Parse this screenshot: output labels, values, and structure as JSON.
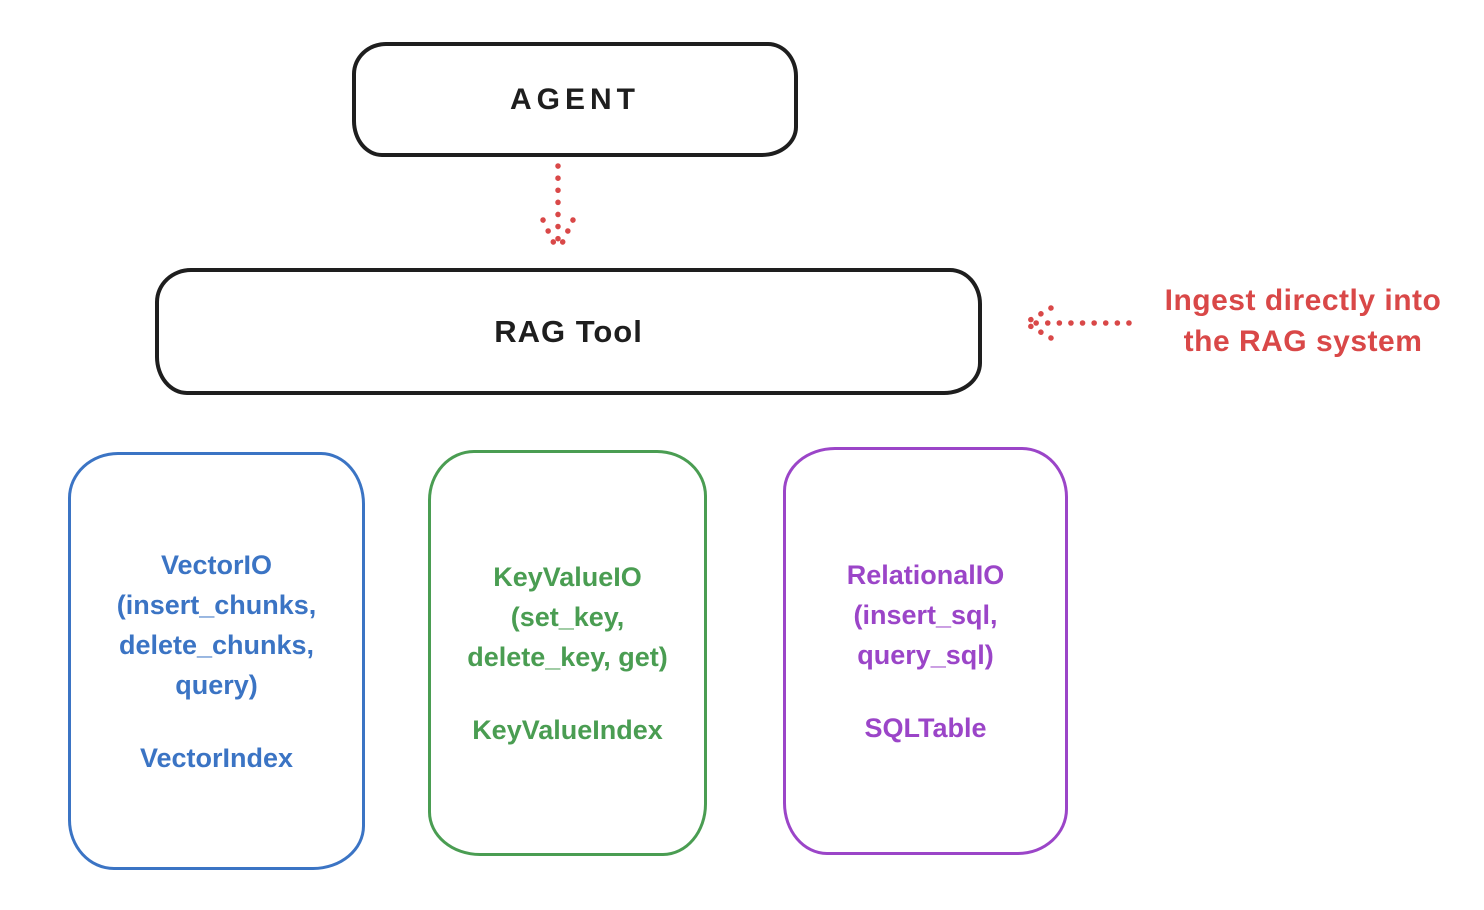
{
  "diagram": {
    "agent": {
      "label": "AGENT"
    },
    "rag_tool": {
      "label": "RAG Tool"
    },
    "annotation": {
      "text": "Ingest directly into\nthe RAG system",
      "color": "#d94848"
    },
    "arrows": [
      {
        "name": "agent-to-rag",
        "style": "dotted",
        "direction": "down",
        "color": "#d94848"
      },
      {
        "name": "ingest-into-rag",
        "style": "dotted",
        "direction": "left",
        "color": "#d94848"
      }
    ],
    "backends": [
      {
        "name": "vector-io",
        "body": "VectorIO\n(insert_chunks,\ndelete_chunks,\nquery)",
        "footer": "VectorIndex",
        "color": "#3b74c4"
      },
      {
        "name": "key-value-io",
        "body": "KeyValueIO\n(set_key,\ndelete_key, get)",
        "footer": "KeyValueIndex",
        "color": "#4a9d52"
      },
      {
        "name": "relational-io",
        "body": "RelationalIO\n(insert_sql,\nquery_sql)",
        "footer": "SQLTable",
        "color": "#9b45c8"
      }
    ],
    "colors": {
      "stroke": "#1e1e1e",
      "annotation_red": "#d94848",
      "blue": "#3b74c4",
      "green": "#4a9d52",
      "purple": "#9b45c8",
      "background": "#ffffff"
    }
  }
}
